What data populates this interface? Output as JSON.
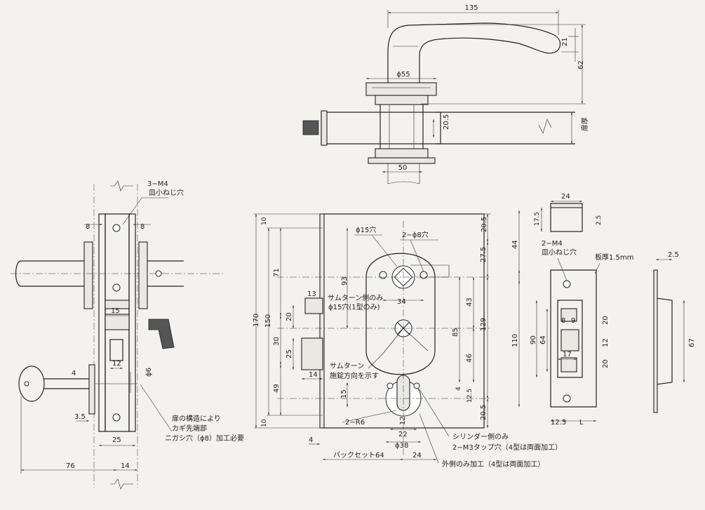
{
  "handle_view": {
    "dims": {
      "width_135": "135",
      "height_21": "21",
      "height_62": "62",
      "dia_55": "ϕ55",
      "dim_20_5": "20.5",
      "dim_50": "50",
      "door_thickness": "扉厚"
    }
  },
  "side_view": {
    "screw_note_line1": "3−M4",
    "screw_note_line2": "皿小ねじ穴",
    "dims": {
      "d8_left": "8",
      "d8_right": "8",
      "d15": "15",
      "d12": "12",
      "d4": "4",
      "d6": "ϕ6",
      "d3_5": "3.5",
      "d25": "25",
      "d76": "76",
      "d14": "14"
    },
    "note_line1": "扉の構造により",
    "note_line2": "カギ先端部",
    "note_line3": "ニガシ穴（ϕ8）加工必要"
  },
  "front_view": {
    "dims": {
      "h170": "170",
      "h150": "150",
      "h10_top": "10",
      "h10_bot": "10",
      "h71": "71",
      "h93": "93",
      "h20": "20",
      "h30": "30",
      "h25": "25",
      "h49": "49",
      "h15": "15",
      "w13": "13",
      "w14": "14",
      "w4": "4",
      "r20_5_top": "20.5",
      "r27_5": "27.5",
      "r43": "43",
      "r85": "85",
      "r129": "129",
      "r46": "46",
      "r4": "4",
      "r12_5": "12.5",
      "r20_5_bot": "20.5",
      "w34": "34",
      "w22": "22",
      "w12": "12",
      "dia38": "ϕ38",
      "backset_label": "バックセット64",
      "w24": "24"
    },
    "hole15": "ϕ15穴",
    "hole8": "2−ϕ8穴",
    "thumbturn_only": "サムターン側のみ",
    "hole15_type1": "ϕ15穴(1型のみ)",
    "thumbturn_dir1": "サムターン",
    "thumbturn_dir2": "施錠方向を示す",
    "r6": "2−R6",
    "cyl_only": "シリンダー側のみ",
    "tap_note": "2−M3タップ穴（4型は両面加工）",
    "outside_note": "外側のみ加工（4型は両面加工）"
  },
  "strike_view": {
    "dims": {
      "top_w24": "24",
      "top_h17_5": "17.5",
      "top_h2_5": "2.5",
      "h44": "44",
      "h110": "110",
      "h90": "90",
      "h64": "64",
      "w8": "8",
      "w9": "9",
      "h20a": "20",
      "h12": "12",
      "h20b": "20",
      "w17": "17",
      "w12_5": "12.5",
      "wL": "L",
      "side_w2_5": "2.5",
      "side_h67": "67"
    },
    "screw_line1": "2−M4",
    "screw_line2": "皿小ねじ穴",
    "plate": "板厚1.5mm"
  }
}
